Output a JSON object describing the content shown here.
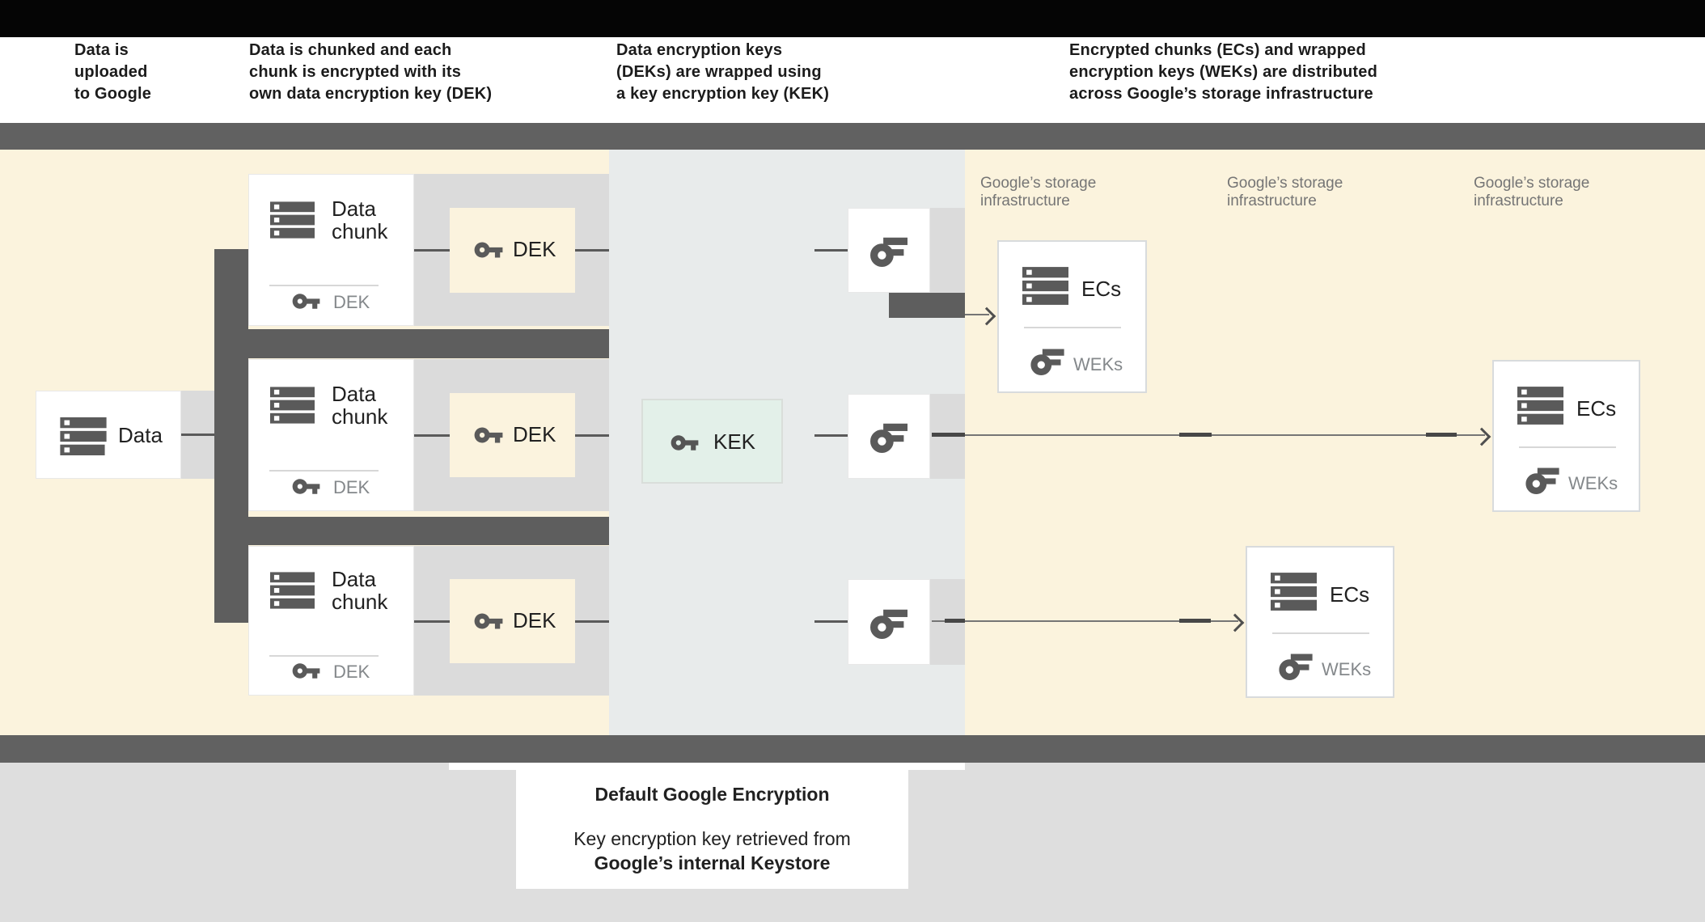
{
  "header": {
    "steps": [
      {
        "lines": [
          "Data is",
          "uploaded",
          "to Google"
        ]
      },
      {
        "lines": [
          "Data is chunked and each",
          "chunk is encrypted with its",
          "own data encryption key (DEK)"
        ]
      },
      {
        "lines": [
          "Data encryption keys",
          "(DEKs) are wrapped using",
          "a key encryption key (KEK)"
        ]
      },
      {
        "lines": [
          "Encrypted chunks (ECs) and wrapped",
          "encryption keys (WEKs) are distributed",
          "across Google’s storage infrastructure"
        ]
      }
    ]
  },
  "diagram": {
    "data_box": {
      "label": "Data"
    },
    "chunk_box": {
      "title": "Data chunk",
      "key_label": "DEK"
    },
    "dek_box": {
      "label": "DEK"
    },
    "kek_box": {
      "label": "KEK"
    },
    "storage_label": {
      "line1": "Google’s storage",
      "line2": "infrastructure"
    },
    "ecs_box": {
      "title": "ECs",
      "key_label": "WEKs"
    },
    "icons": {
      "storage": "storage-stack-icon",
      "solid_key": "key-icon",
      "outline_key": "wrapped-key-icon"
    }
  },
  "footer": {
    "title": "Default Google Encryption",
    "subtitle_line1": "Key encryption key retrieved from",
    "subtitle_line2": "Google’s internal Keystore"
  },
  "colors": {
    "background_cream": "#FBF3DD",
    "center_panel_gray": "#E8EBEB",
    "row_band_gray": "#DBDBDB",
    "pipe_dark_gray": "#5E5E5E",
    "rule_gray": "#616161",
    "kek_mint": "#E3F0E9",
    "footer_gray": "#DEDEDE",
    "text_dark": "#212121",
    "label_gray": "#757575",
    "key_label_gray": "#84888B"
  }
}
